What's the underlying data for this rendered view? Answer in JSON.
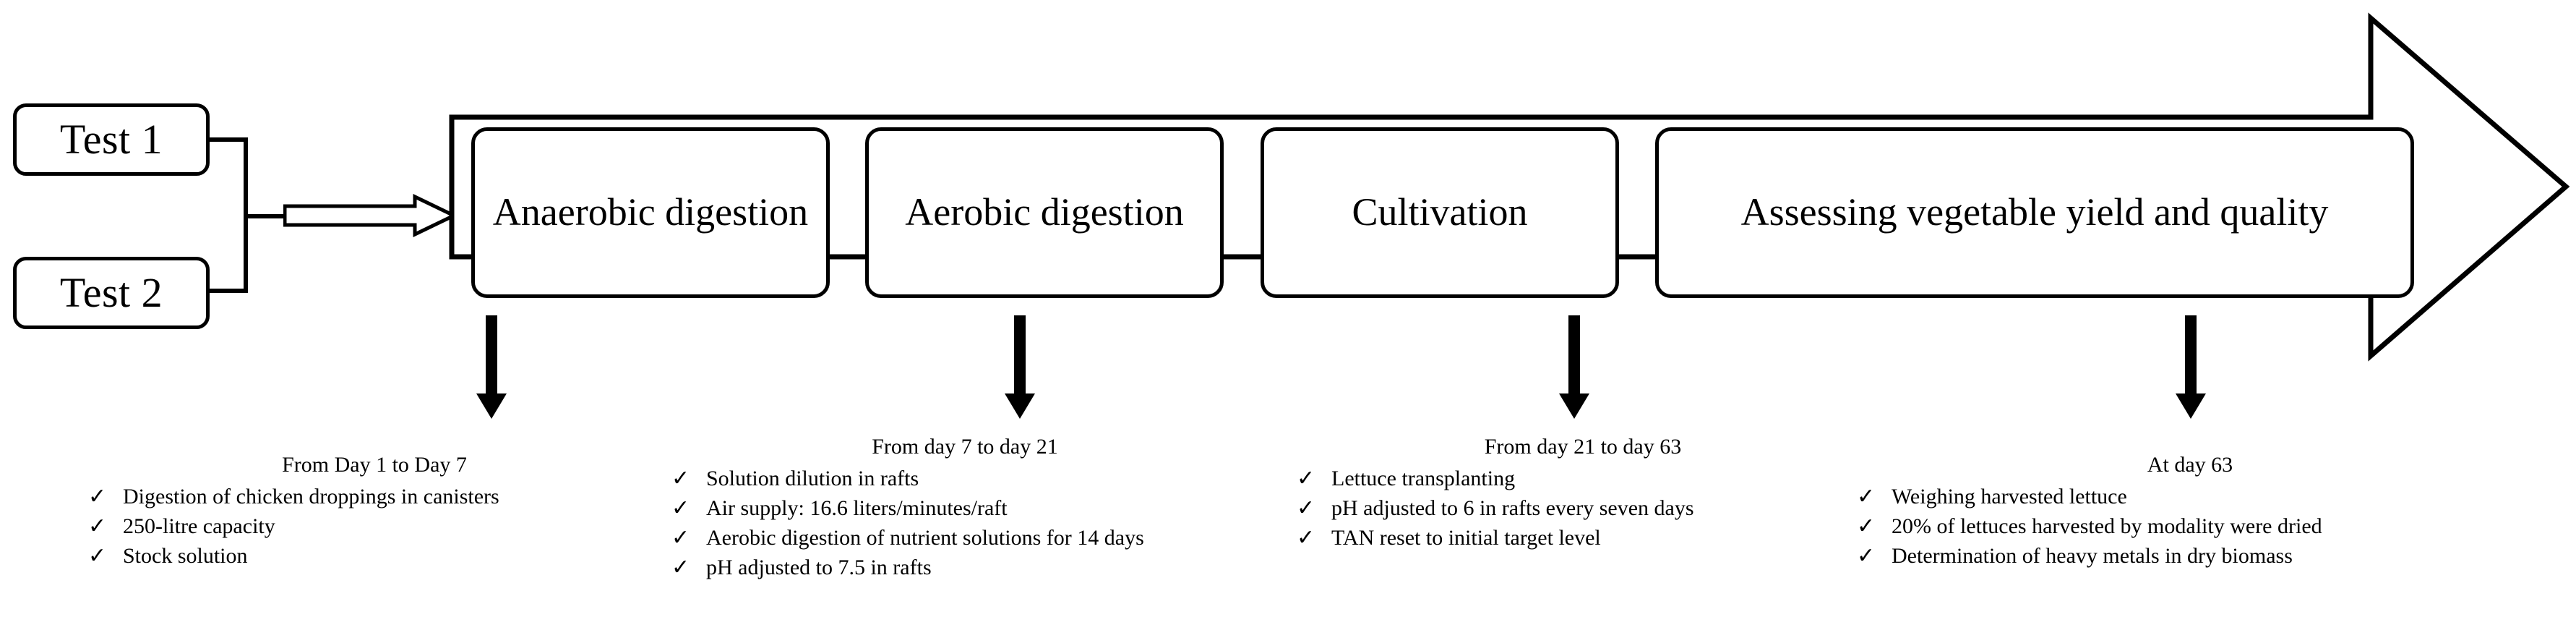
{
  "inputs": [
    {
      "label": "Test 1",
      "name": "test-1"
    },
    {
      "label": "Test 2",
      "name": "test-2"
    }
  ],
  "stages": [
    {
      "label": "Anaerobic digestion"
    },
    {
      "label": "Aerobic digestion"
    },
    {
      "label": "Cultivation"
    },
    {
      "label": "Assessing vegetable yield and quality"
    }
  ],
  "captions": [
    {
      "title": "From Day 1 to Day 7",
      "items": [
        "Digestion of chicken droppings in canisters",
        "250-litre capacity",
        "Stock solution"
      ]
    },
    {
      "title": "From day  7 to day 21",
      "items": [
        "Solution dilution in rafts",
        "Air supply: 16.6 liters/minutes/raft",
        "Aerobic digestion of nutrient solutions for 14 days",
        "pH adjusted to 7.5 in rafts"
      ]
    },
    {
      "title": "From day  21 to day 63",
      "items": [
        "Lettuce transplanting",
        "pH adjusted to 6 in rafts every seven days",
        "TAN reset to initial target level"
      ]
    },
    {
      "title": "At day 63",
      "items": [
        "Weighing harvested lettuce",
        "20% of lettuces harvested by modality were dried",
        "Determination of heavy metals in dry biomass"
      ]
    }
  ],
  "icons": {
    "check": "✓"
  },
  "colors": {
    "stroke": "#000000",
    "background": "#ffffff"
  }
}
